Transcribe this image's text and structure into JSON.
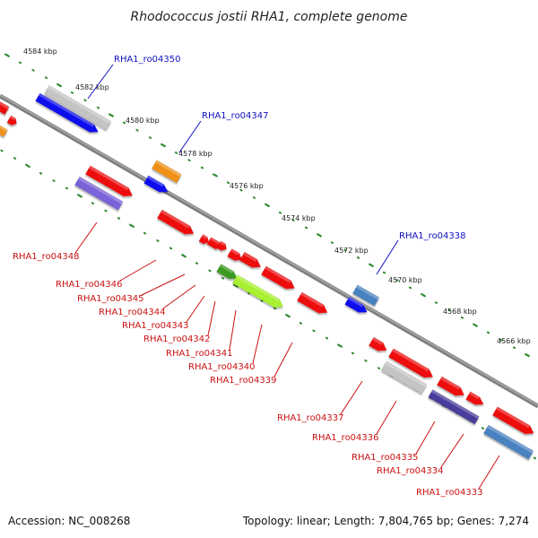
{
  "title": "Rhodococcus jostii RHA1, complete genome",
  "footer": {
    "accession": "Accession: NC_008268",
    "topology": "Topology: linear; Length: 7,804,765 bp; Genes: 7,274"
  },
  "colors": {
    "backbone": "#808080",
    "tick": "#2e8b2e",
    "red": "#ee1111",
    "blue": "#1111ee",
    "orange": "#f09018",
    "gray": "#c4c4c4",
    "violet": "#7a62d8",
    "steel": "#4a82c0",
    "darkviolet": "#4a3c9c",
    "lime": "#a8f030",
    "darkgreen": "#3a9a20"
  },
  "kbp_labels": [
    "4584 kbp",
    "4582 kbp",
    "4580 kbp",
    "4578 kbp",
    "4576 kbp",
    "4574 kbp",
    "4572 kbp",
    "4570 kbp",
    "4568 kbp",
    "4566 kbp"
  ],
  "top_labels": [
    "RHA1_ro04350",
    "RHA1_ro04347",
    "RHA1_ro04338"
  ],
  "bottom_labels": [
    "RHA1_ro04348",
    "RHA1_ro04346",
    "RHA1_ro04345",
    "RHA1_ro04344",
    "RHA1_ro04343",
    "RHA1_ro04342",
    "RHA1_ro04341",
    "RHA1_ro04340",
    "RHA1_ro04339",
    "RHA1_ro04337",
    "RHA1_ro04336",
    "RHA1_ro04335",
    "RHA1_ro04334",
    "RHA1_ro04333"
  ]
}
